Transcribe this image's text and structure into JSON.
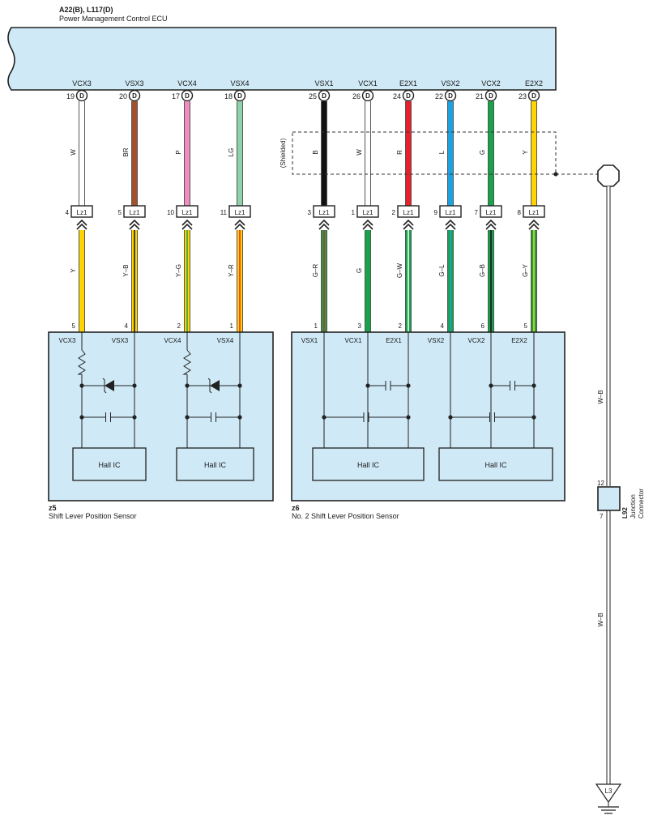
{
  "ecu": {
    "code": "A22(B), L117(D)",
    "name": "Power Management Control ECU",
    "pins": [
      {
        "name": "VCX3",
        "num": "19",
        "conn": "D"
      },
      {
        "name": "VSX3",
        "num": "20",
        "conn": "D"
      },
      {
        "name": "VCX4",
        "num": "17",
        "conn": "D"
      },
      {
        "name": "VSX4",
        "num": "18",
        "conn": "D"
      },
      {
        "name": "VSX1",
        "num": "25",
        "conn": "D"
      },
      {
        "name": "VCX1",
        "num": "26",
        "conn": "D"
      },
      {
        "name": "E2X1",
        "num": "24",
        "conn": "D"
      },
      {
        "name": "VSX2",
        "num": "22",
        "conn": "D"
      },
      {
        "name": "VCX2",
        "num": "21",
        "conn": "D"
      },
      {
        "name": "E2X2",
        "num": "23",
        "conn": "D"
      }
    ]
  },
  "upper_wires": [
    {
      "label": "W",
      "color": "#ffffff"
    },
    {
      "label": "BR",
      "color": "#a0522d"
    },
    {
      "label": "P",
      "color": "#f08cc0"
    },
    {
      "label": "LG",
      "color": "#8fd1a8"
    },
    {
      "label": "B",
      "color": "#111111"
    },
    {
      "label": "W",
      "color": "#ffffff"
    },
    {
      "label": "R",
      "color": "#e8202a"
    },
    {
      "label": "L",
      "color": "#1aa3e0"
    },
    {
      "label": "G",
      "color": "#17a34a"
    },
    {
      "label": "Y",
      "color": "#ffd400"
    }
  ],
  "shielded_label": "(Shielded)",
  "lz_connectors": [
    {
      "num": "4",
      "name": "Lz1"
    },
    {
      "num": "5",
      "name": "Lz1"
    },
    {
      "num": "10",
      "name": "Lz1"
    },
    {
      "num": "11",
      "name": "Lz1"
    },
    {
      "num": "3",
      "name": "Lz1"
    },
    {
      "num": "1",
      "name": "Lz1"
    },
    {
      "num": "2",
      "name": "Lz1"
    },
    {
      "num": "9",
      "name": "Lz1"
    },
    {
      "num": "7",
      "name": "Lz1"
    },
    {
      "num": "8",
      "name": "Lz1"
    }
  ],
  "lower_wires": [
    {
      "label": "Y",
      "base": "#ffd400",
      "stripe": "#ffd400"
    },
    {
      "label": "Y–B",
      "base": "#ffd400",
      "stripe": "#111111"
    },
    {
      "label": "Y–G",
      "base": "#ffd400",
      "stripe": "#17a34a"
    },
    {
      "label": "Y–R",
      "base": "#ffd400",
      "stripe": "#e8202a"
    },
    {
      "label": "G–R",
      "base": "#17a34a",
      "stripe": "#e8202a"
    },
    {
      "label": "G",
      "base": "#17a34a",
      "stripe": "#17a34a"
    },
    {
      "label": "G–W",
      "base": "#17a34a",
      "stripe": "#ffffff"
    },
    {
      "label": "G–L",
      "base": "#17a34a",
      "stripe": "#1aa3e0"
    },
    {
      "label": "G–B",
      "base": "#17a34a",
      "stripe": "#111111"
    },
    {
      "label": "G–Y",
      "base": "#17a34a",
      "stripe": "#ffd400"
    }
  ],
  "sensor_pin_nums": [
    "5",
    "4",
    "2",
    "1",
    "1",
    "3",
    "2",
    "4",
    "6",
    "5"
  ],
  "sensors": [
    {
      "code": "z5",
      "name": "Shift Lever Position Sensor",
      "terminals": [
        "VCX3",
        "VSX3",
        "VCX4",
        "VSX4"
      ],
      "ics": [
        "Hall IC",
        "Hall IC"
      ]
    },
    {
      "code": "z6",
      "name": "No.  2 Shift Lever Position Sensor",
      "terminals": [
        "VSX1",
        "VCX1",
        "E2X1",
        "VSX2",
        "VCX2",
        "E2X2"
      ],
      "ics": [
        "Hall IC",
        "Hall IC"
      ]
    }
  ],
  "ground_wire": {
    "label_top": "W–B",
    "label_bottom": "W–B",
    "ground": "L3"
  },
  "junction": {
    "code": "L92",
    "name1": "Junction",
    "name2": "Connector",
    "pin_top": "12",
    "pin_bottom": "7"
  },
  "colors": {
    "box_fill": "#cfe9f6",
    "outline": "#222222"
  }
}
